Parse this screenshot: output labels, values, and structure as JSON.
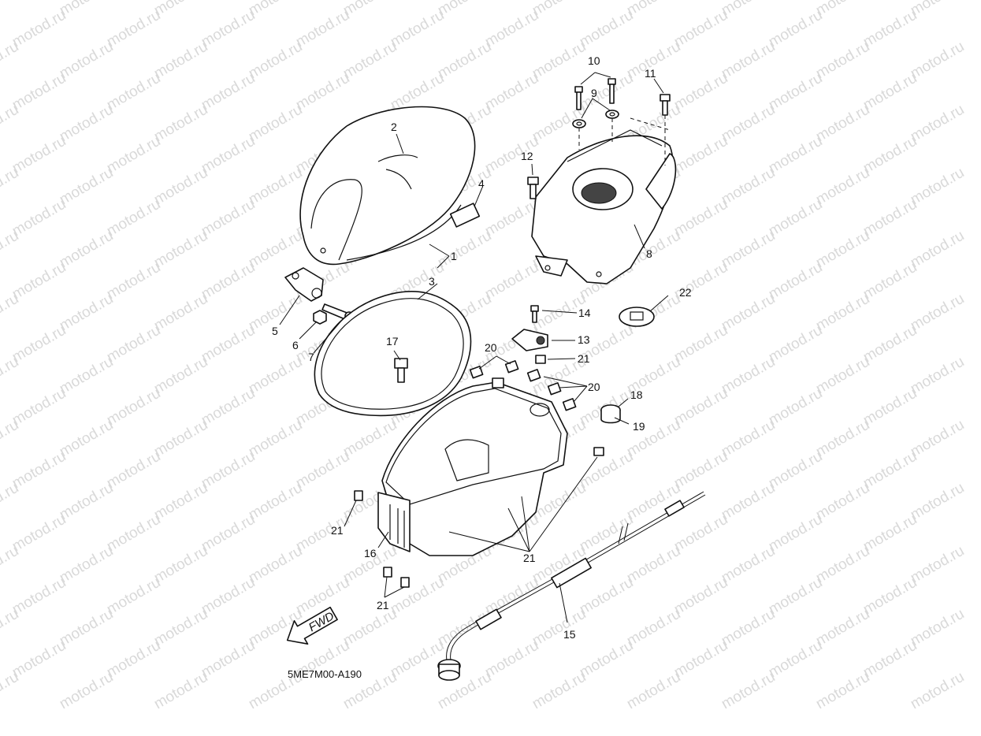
{
  "watermark": "motod.ru",
  "diagram_code": "5ME7M00-A190",
  "direction_label": "FWD",
  "callouts": [
    "1",
    "2",
    "3",
    "4",
    "5",
    "6",
    "7",
    "8",
    "9",
    "10",
    "11",
    "12",
    "13",
    "14",
    "15",
    "16",
    "17",
    "18",
    "19",
    "20",
    "20",
    "21",
    "21",
    "21",
    "21",
    "22"
  ]
}
